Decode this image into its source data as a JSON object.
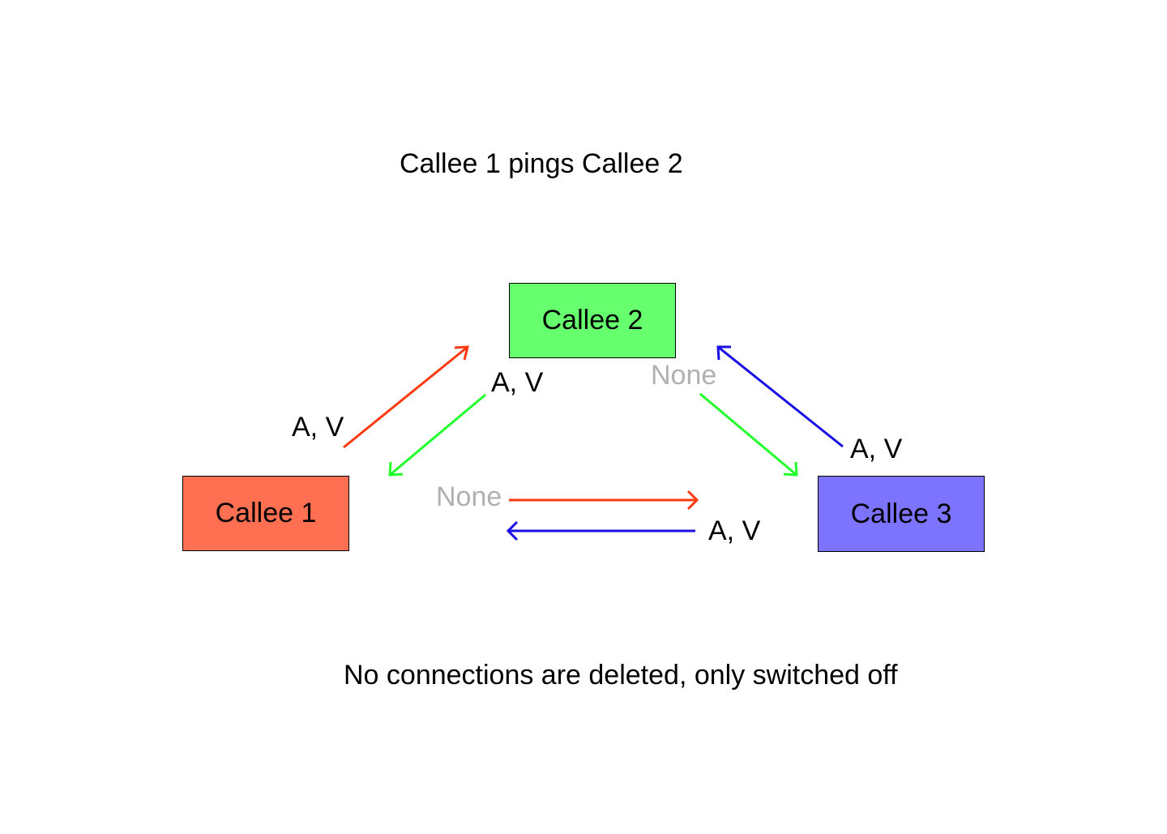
{
  "title": "Callee 1 pings Callee 2",
  "footer": "No connections are deleted, only switched off",
  "nodes": {
    "callee1": {
      "label": "Callee 1",
      "color": "#ff7052"
    },
    "callee2": {
      "label": "Callee 2",
      "color": "#66ff6e"
    },
    "callee3": {
      "label": "Callee 3",
      "color": "#7c73ff"
    }
  },
  "edges": {
    "c1_to_c2": {
      "label": "A, V",
      "color": "#ff3a12"
    },
    "c2_to_c1": {
      "label": "A, V",
      "color": "#22ff2c"
    },
    "c2_to_c3": {
      "label": "None",
      "color": "#22ff2c"
    },
    "c3_to_c2": {
      "label": "A, V",
      "color": "#1a10e6"
    },
    "c1_to_c3": {
      "label": "None",
      "color": "#ff3a12"
    },
    "c3_to_c1": {
      "label": "A, V",
      "color": "#1a10e6"
    }
  }
}
